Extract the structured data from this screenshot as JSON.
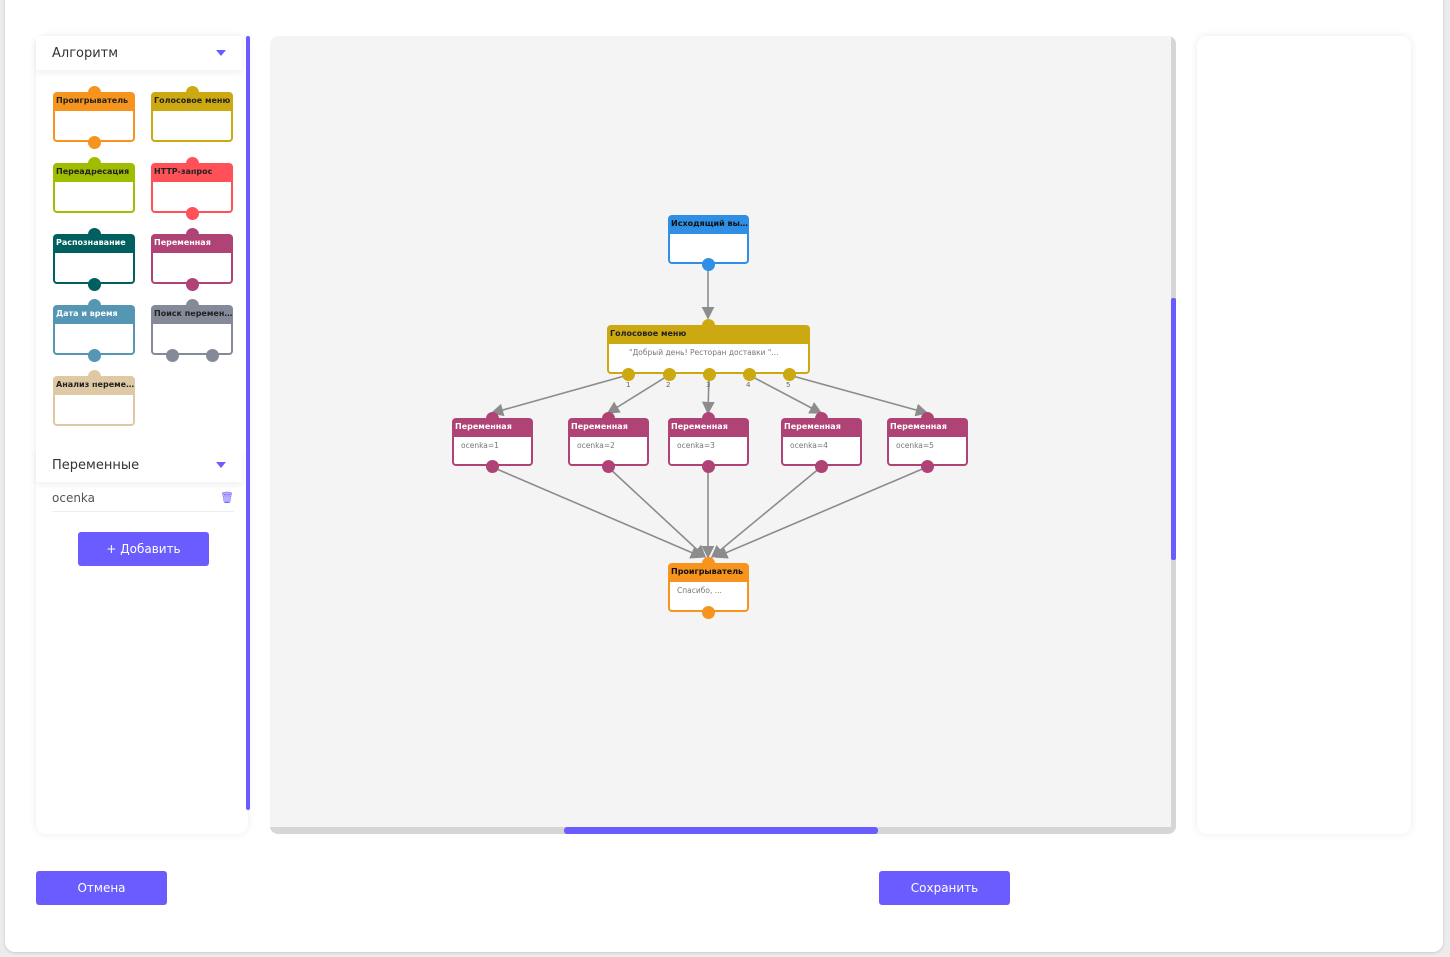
{
  "sidebar": {
    "algorithm_title": "Алгоритм",
    "palette": [
      {
        "label": "Проигрыватель",
        "color": "#f7941d",
        "text": "#222"
      },
      {
        "label": "Голосовое меню",
        "color": "#cca811",
        "text": "#222"
      },
      {
        "label": "Переадресация",
        "color": "#a1bd00",
        "text": "#222"
      },
      {
        "label": "HTTP-запрос",
        "color": "#ff5157",
        "text": "#222"
      },
      {
        "label": "Распознавание",
        "color": "#005f5f",
        "text": "#fff"
      },
      {
        "label": "Переменная",
        "color": "#b04376",
        "text": "#fff"
      },
      {
        "label": "Дата и время",
        "color": "#5496b3",
        "text": "#fff"
      },
      {
        "label": "Поиск перемен...",
        "color": "#858a99",
        "text": "#222"
      },
      {
        "label": "Анализ переме...",
        "color": "#dfc9a4",
        "text": "#222"
      }
    ],
    "variables_title": "Переменные",
    "variables": [
      "ocenka"
    ],
    "add_button": "+ Добавить"
  },
  "canvas": {
    "start": {
      "label": "Исходящий вызов",
      "text": "",
      "color": "#2f8fe5"
    },
    "menu": {
      "label": "Голосовое меню",
      "text": "\"Добрый день! Ресторан доставки \"...",
      "color": "#cca811",
      "outputs": [
        "1",
        "2",
        "3",
        "4",
        "5"
      ]
    },
    "vars": [
      {
        "label": "Переменная",
        "text": "ocenka=1"
      },
      {
        "label": "Переменная",
        "text": "ocenka=2"
      },
      {
        "label": "Переменная",
        "text": "ocenka=3"
      },
      {
        "label": "Переменная",
        "text": "ocenka=4"
      },
      {
        "label": "Переменная",
        "text": "ocenka=5"
      }
    ],
    "var_color": "#b04376",
    "player": {
      "label": "Проигрыватель",
      "text": "Спасибо, ...",
      "color": "#f7941d"
    }
  },
  "footer": {
    "cancel": "Отмена",
    "save": "Сохранить"
  },
  "accent": "#6a5cff"
}
